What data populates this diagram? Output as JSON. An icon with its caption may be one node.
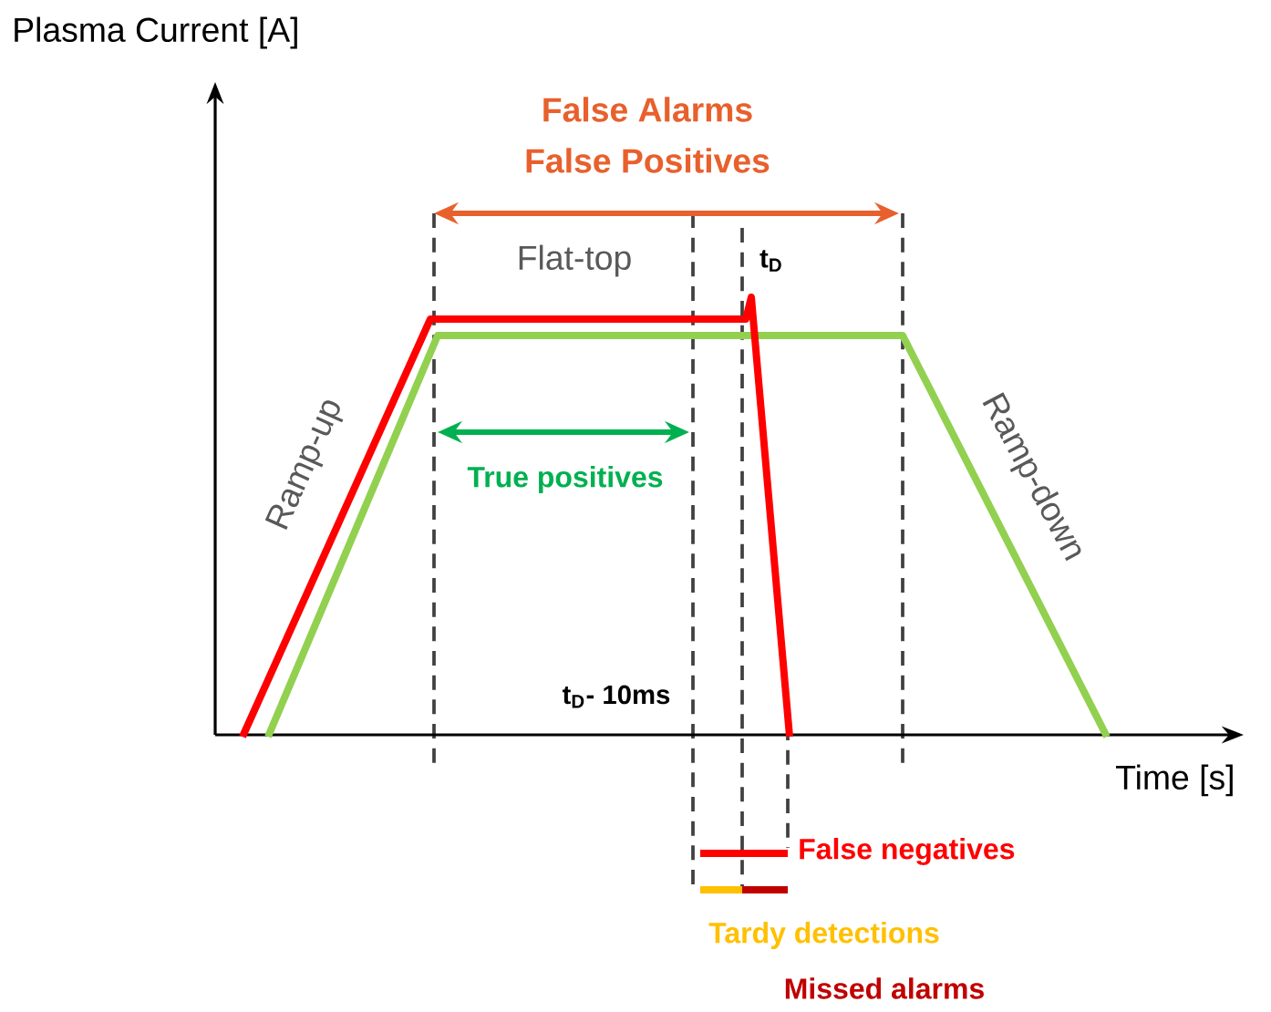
{
  "diagram": {
    "labels": [
      "Plasma Current [A]",
      "False Alarms",
      "False Positives",
      "Flat-top",
      "t$_{D}$",
      "Ramp-up",
      "True positives",
      "Ramp-down",
      "t$_{D}$- 10ms",
      "Time [s]"
    ],
    "legend": [
      {
        "text": "False negatives",
        "color": "#ff0000"
      },
      {
        "text": "Tardy detections",
        "color": "#ffc000"
      },
      {
        "text": "Missed alarms",
        "color": "#c00000"
      }
    ]
  }
}
